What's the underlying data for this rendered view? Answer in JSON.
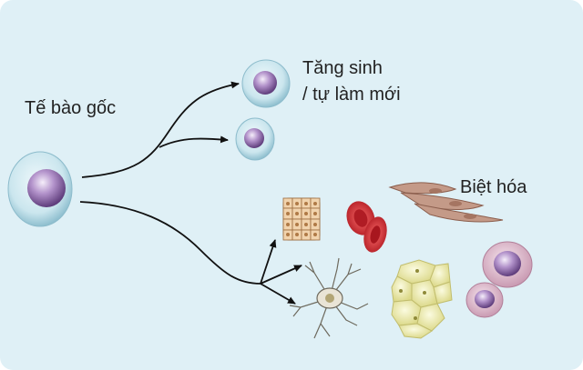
{
  "labels": {
    "stem_cell": "Tế bào gốc",
    "proliferation_line1": "Tăng sinh",
    "proliferation_line2": "/ tự làm mới",
    "differentiation": "Biệt hóa"
  },
  "colors": {
    "background": "#dff0f6",
    "stem_cell_membrane": "#c5e2ea",
    "nucleus": "#8e6aa8",
    "arrow": "#111111",
    "red_blood_cell": "#c8262c",
    "muscle_cell": "#c49a88",
    "fat_cell": "#efeeb0",
    "neuron": "#e9e4d6",
    "white_blood_cell": "#e9c9d8",
    "epithelial_cell": "#e8c39a"
  },
  "icons": [
    "stem-cell-icon",
    "daughter-stem-cell-icon",
    "epithelial-cells-icon",
    "red-blood-cells-icon",
    "muscle-cells-icon",
    "neuron-icon",
    "fat-cells-icon",
    "white-blood-cells-icon"
  ]
}
